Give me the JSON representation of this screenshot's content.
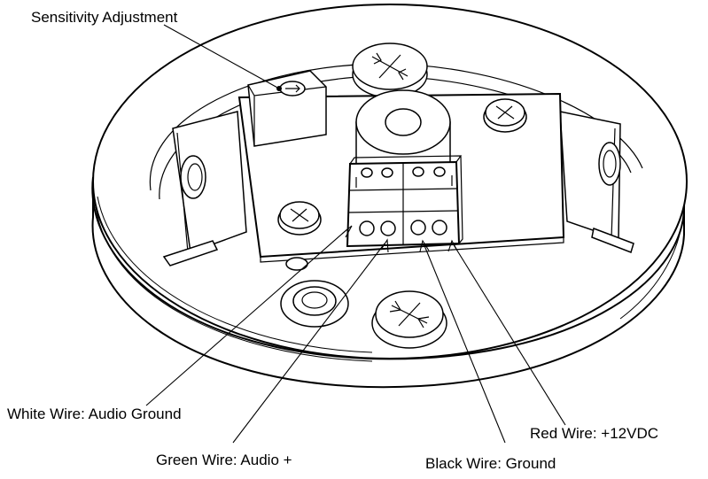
{
  "labels": {
    "sensitivity": "Sensitivity Adjustment",
    "white_wire": "White Wire: Audio Ground",
    "green_wire": "Green Wire: Audio +",
    "black_wire": "Black Wire: Ground",
    "red_wire": "Red Wire: +12VDC"
  }
}
